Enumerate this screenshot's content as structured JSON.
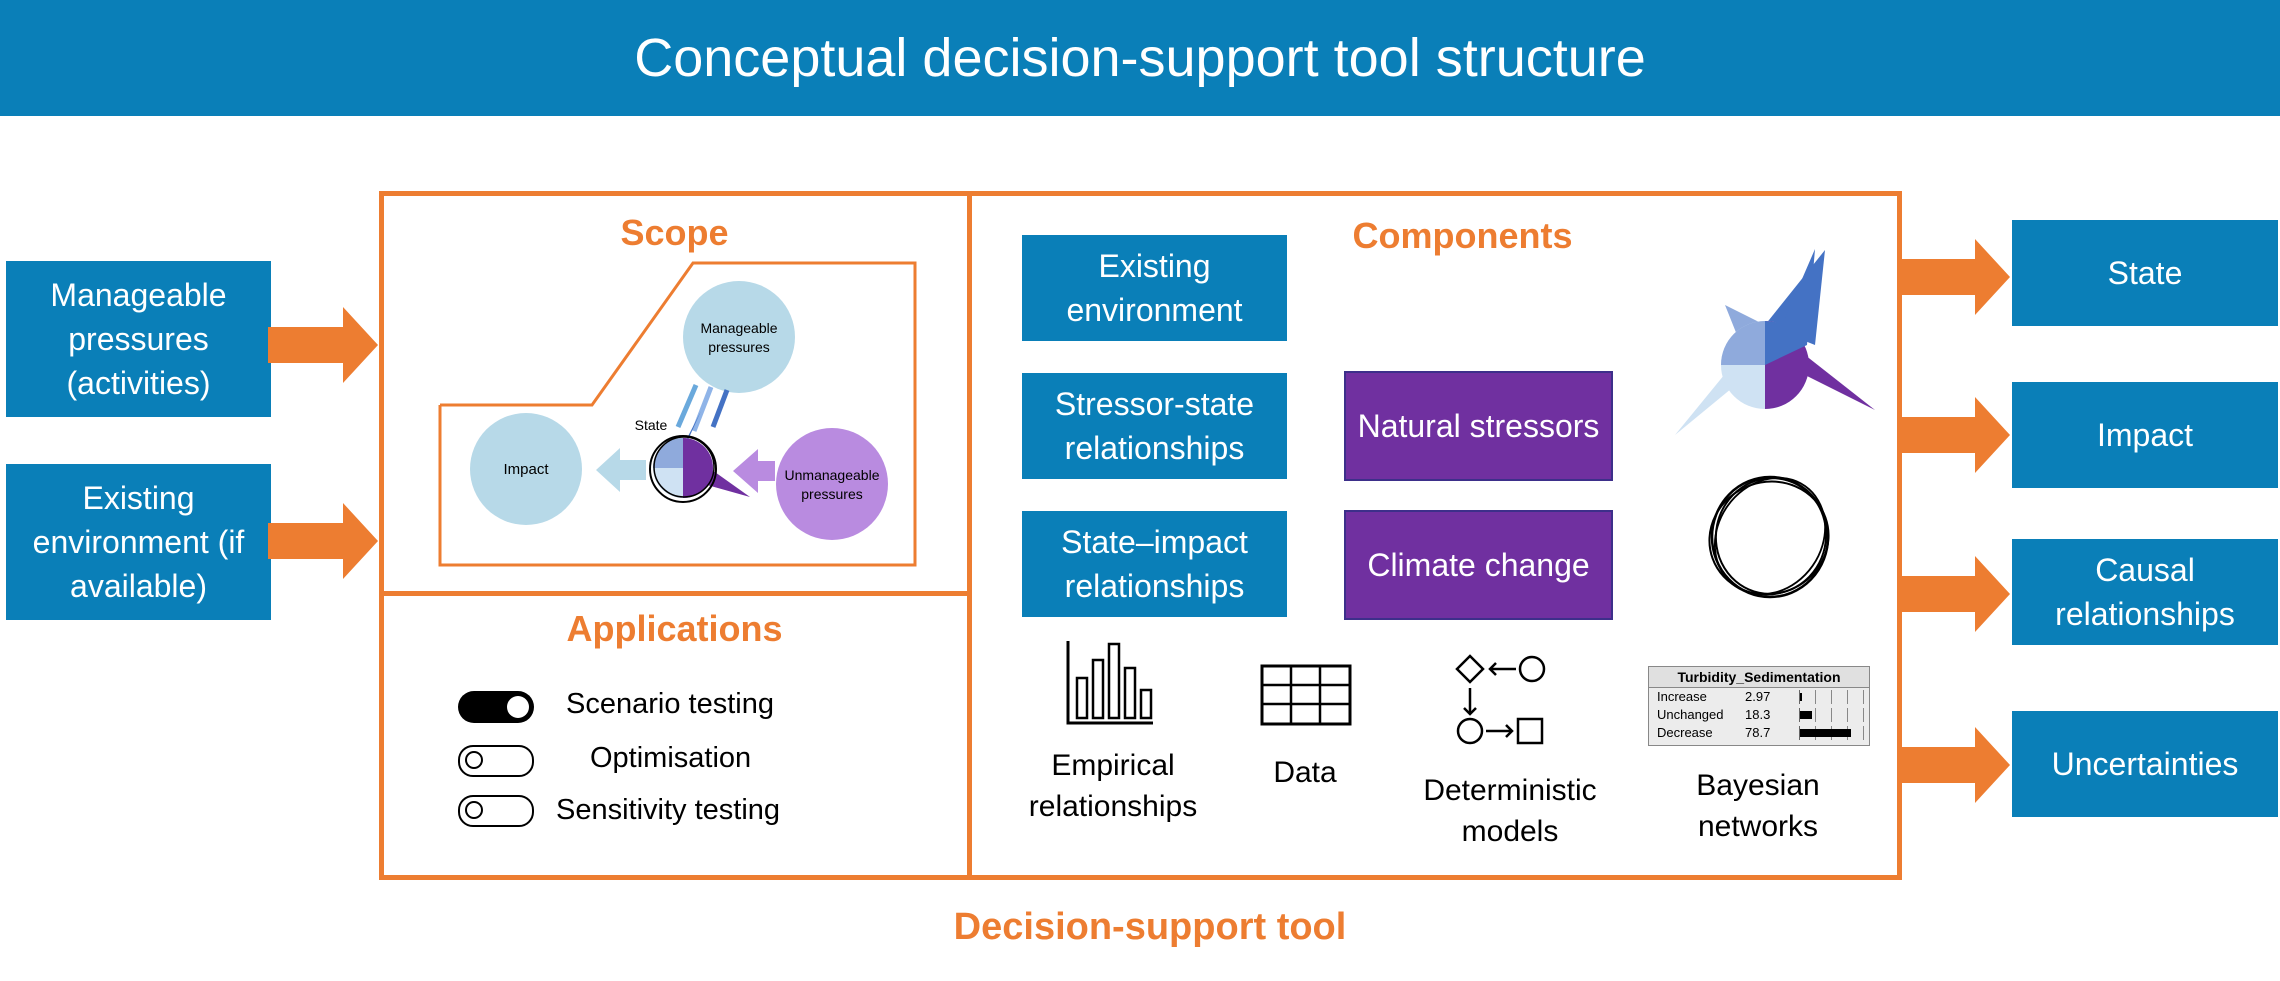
{
  "banner": {
    "title": "Conceptual decision-support tool structure"
  },
  "inputs": [
    {
      "label": "Manageable pressures (activities)"
    },
    {
      "label": "Existing environment (if available)"
    }
  ],
  "scope": {
    "title": "Scope",
    "manageable": "Manageable pressures",
    "state": "State",
    "impact": "Impact",
    "unmanageable": "Unmanageable pressures"
  },
  "applications": {
    "title": "Applications",
    "items": [
      {
        "label": "Scenario testing",
        "on": true
      },
      {
        "label": "Optimisation",
        "on": false
      },
      {
        "label": "Sensitivity testing",
        "on": false
      }
    ]
  },
  "components": {
    "title": "Components",
    "blue_boxes": [
      "Existing environment",
      "Stressor-state relationships",
      "State–impact relationships"
    ],
    "purple_boxes": [
      "Natural stressors",
      "Climate change"
    ],
    "methods": {
      "empirical": "Empirical relationships",
      "data": "Data",
      "deterministic": "Deterministic models",
      "bayesian": "Bayesian networks"
    },
    "bn_table": {
      "title": "Turbidity_Sedimentation",
      "rows": [
        {
          "label": "Increase",
          "value": "2.97",
          "fill": 0.03
        },
        {
          "label": "Unchanged",
          "value": "18.3",
          "fill": 0.18
        },
        {
          "label": "Decrease",
          "value": "78.7",
          "fill": 0.79
        }
      ]
    }
  },
  "outputs": [
    "State",
    "Impact",
    "Causal relationships",
    "Uncertainties"
  ],
  "footer": {
    "label": "Decision-support tool"
  },
  "colors": {
    "blue": "#0a7fb8",
    "orange": "#ed7d31",
    "purple": "#7030a0",
    "light_blue": "#b7d9e8",
    "lilac": "#b98be0"
  }
}
